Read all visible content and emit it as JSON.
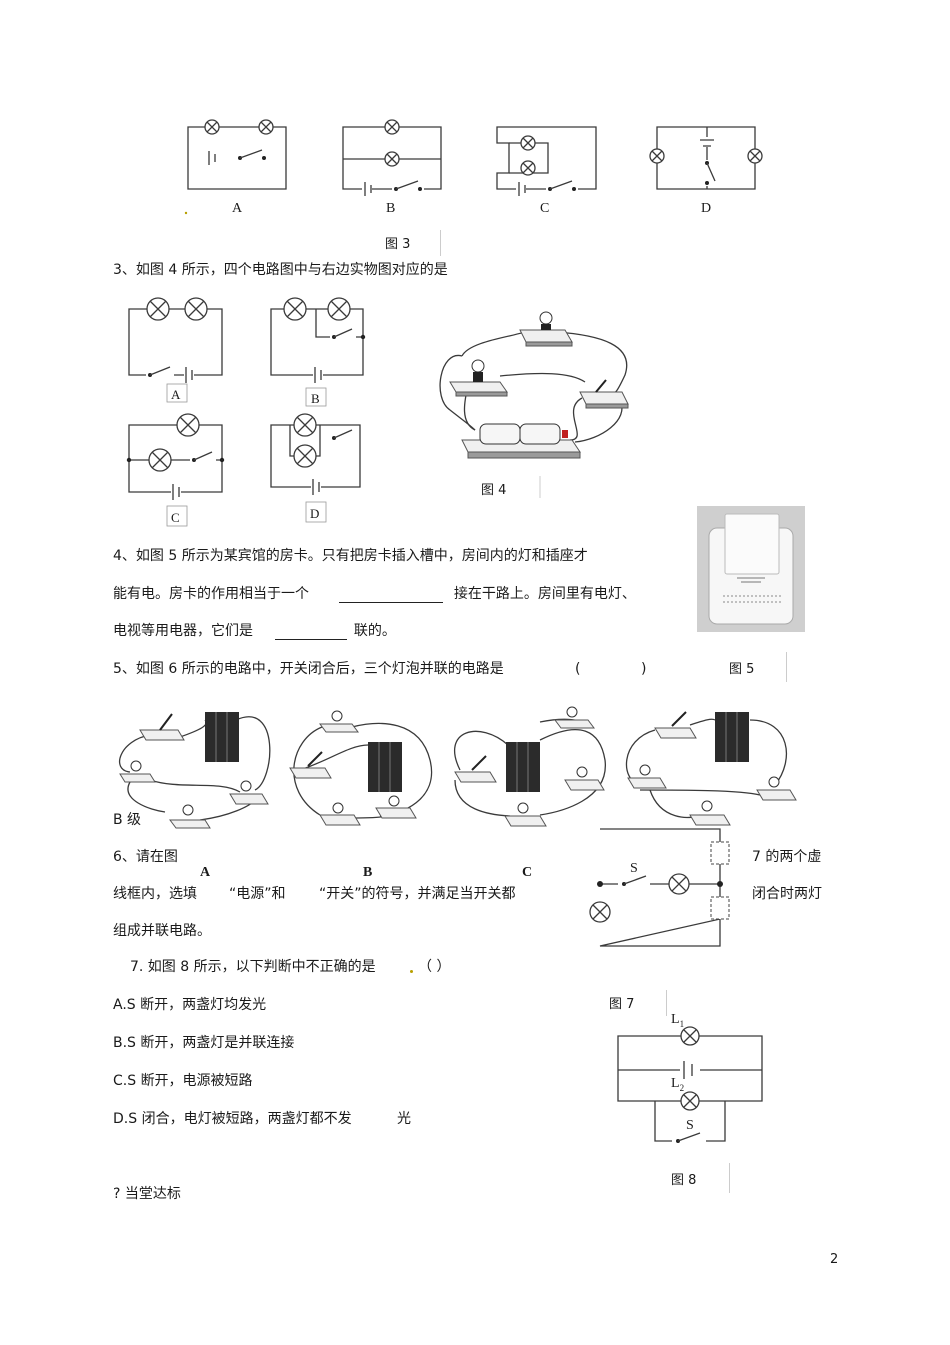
{
  "fig3": {
    "option_labels": [
      "A",
      "B",
      "C",
      "D"
    ],
    "caption": "图 3"
  },
  "q3": {
    "text": "3、如图  4 所示，四个电路图中与右边实物图对应的是",
    "option_labels": [
      "A",
      "B",
      "C",
      "D"
    ],
    "caption": "图 4"
  },
  "q4": {
    "line1": "4、如图  5 所示为某宾馆的房卡。只有把房卡插入槽中，房间内的灯和插座才",
    "line2_a": "能有电。房卡的作用相当于一个",
    "line2_b": "接在干路上。房间里有电灯、",
    "line3_a": "电视等用电器，它们是",
    "line3_b": "联的。",
    "caption": "图 5"
  },
  "q5": {
    "text": "5、如图  6 所示的电路中，开关闭合后，三个灯泡并联的电路是",
    "paren_open": "(",
    "paren_close": ")",
    "option_labels": [
      "A",
      "B",
      "C"
    ]
  },
  "level_b": "B 级",
  "q6": {
    "line1_a": "6、请在图",
    "line1_b": "7  的两个虚",
    "line2_a": "线框内，选填",
    "line2_b": "“电源”和",
    "line2_c": "“开关”的符号，并满足当开关都",
    "line2_d": "闭合时两灯",
    "line3": "组成并联电路。",
    "switch_label": "S",
    "caption": "图 7"
  },
  "q7": {
    "text": "7. 如图  8 所示，以下判断中不正确的是",
    "paren": "（        ）",
    "options": [
      "A.S 断开，两盏灯均发光",
      "B.S 断开，两盏灯是并联连接",
      "C.S 断开，电源被短路"
    ],
    "option_d_a": "D.S 闭合，电灯被短路，两盏灯都不发",
    "option_d_b": "光",
    "l1": "L",
    "l1_sub": "1",
    "l2": "L",
    "l2_sub": "2",
    "switch_label": "S",
    "caption": "图 8"
  },
  "footer_heading": "?  当堂达标",
  "page_number": "2"
}
